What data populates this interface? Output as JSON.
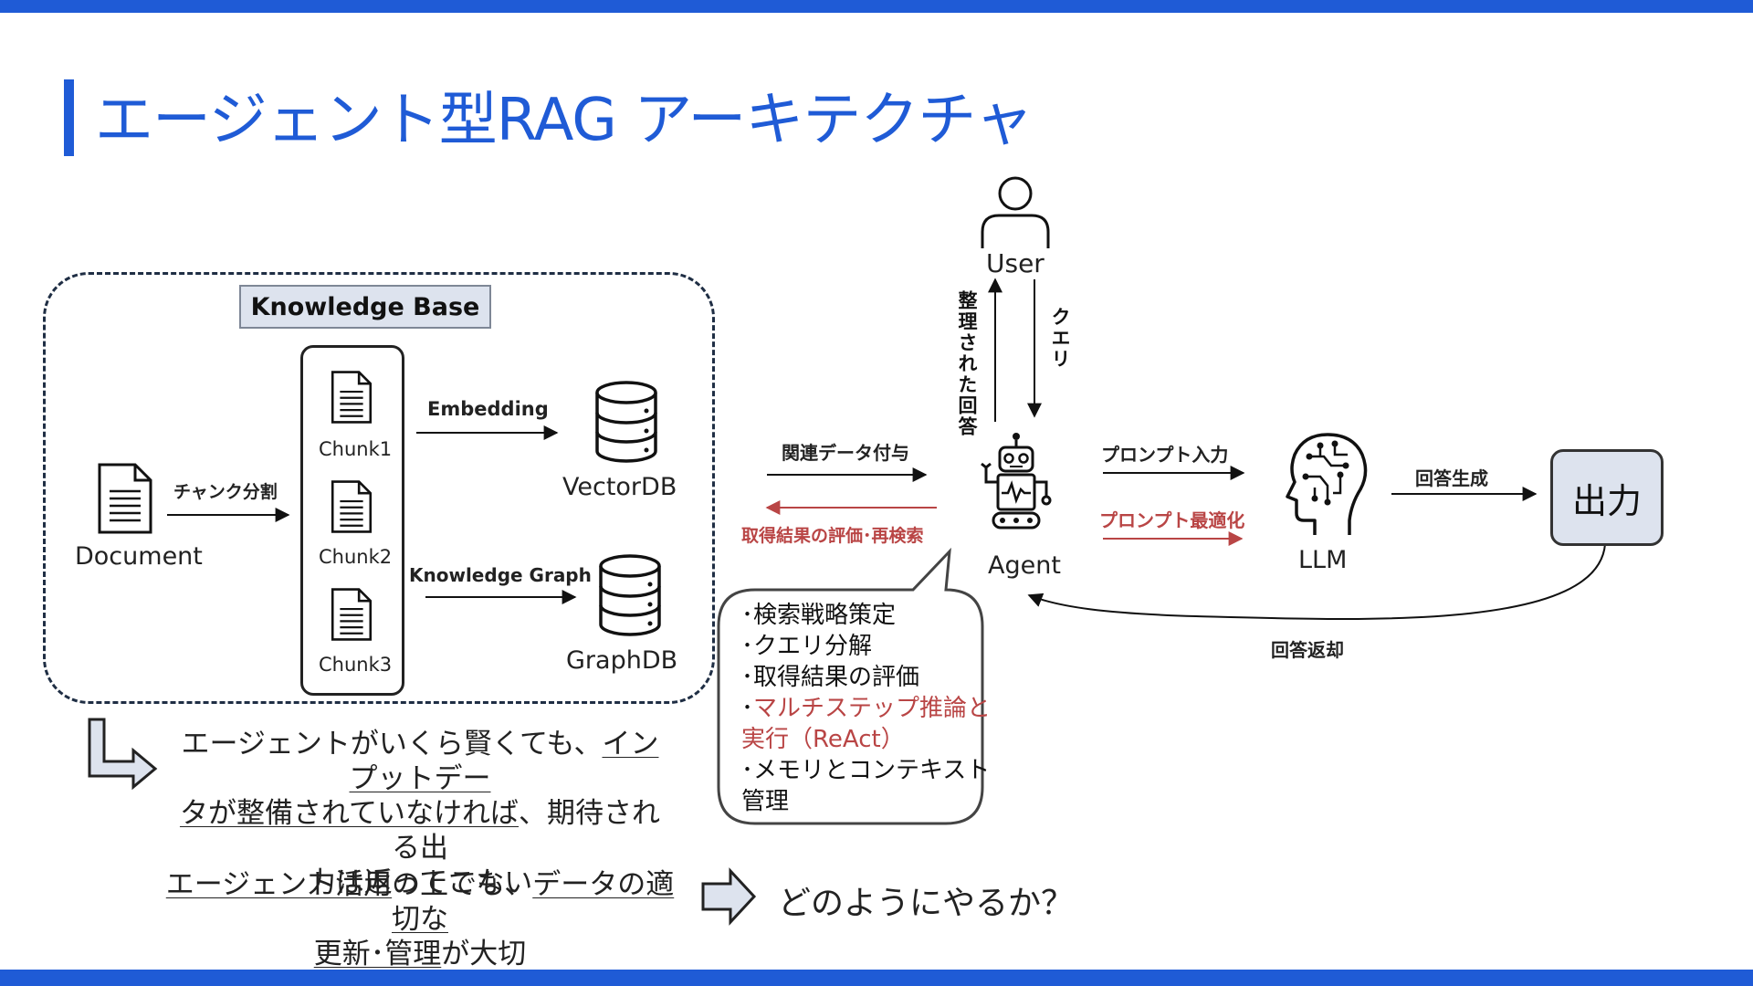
{
  "title": "エージェント型RAG アーキテクチャ",
  "colors": {
    "accent": "#1f5bd6",
    "red": "#b94545",
    "box_fill": "#dde3ee"
  },
  "knowledge_base": {
    "title": "Knowledge Base",
    "document_label": "Document",
    "chunk_split_label": "チャンク分割",
    "chunks": [
      "Chunk1",
      "Chunk2",
      "Chunk3"
    ],
    "embedding_label": "Embedding",
    "knowledge_graph_label": "Knowledge Graph",
    "vectordb_label": "VectorDB",
    "graphdb_label": "GraphDB"
  },
  "agent_flow": {
    "related_data_label": "関連データ付与",
    "evaluate_label": "取得結果の評価･再検索",
    "user_label": "User",
    "organized_answer_label": "整理された回答",
    "query_label": "クエリ",
    "agent_label": "Agent",
    "prompt_input_label": "プロンプト入力",
    "prompt_opt_label": "プロンプト最適化",
    "llm_label": "LLM",
    "answer_gen_label": "回答生成",
    "output_label": "出力",
    "answer_return_label": "回答返却"
  },
  "bubble": {
    "line1": "･検索戦略策定",
    "line2": "･クエリ分解",
    "line3": "･取得結果の評価",
    "line4a": "･",
    "line4b": "マルチステップ推論と",
    "line5": "実行（ReAct）",
    "line6": "･メモリとコンテキスト",
    "line7": "管理"
  },
  "note1": {
    "p1": "エージェントがいくら賢くても、",
    "u1": "インプットデー",
    "u2": "タが整備されていなければ",
    "p2": "、期待される出",
    "p3": "力は返ってこない"
  },
  "note2": {
    "u1": "エージェント活用",
    "p1": "の上でも、",
    "u2": "データの適切な",
    "u3": "更新･管理",
    "p2": "が大切"
  },
  "question": "どのようにやるか？",
  "icons": [
    "document-icon",
    "user-icon",
    "robot-icon",
    "brain-circuit-icon",
    "database-icon",
    "arrow-right-icon",
    "elbow-arrow-icon"
  ]
}
